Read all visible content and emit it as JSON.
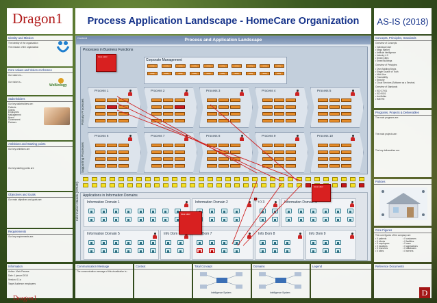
{
  "header": {
    "logo": "Dragon1",
    "title": "Process Application Landscape - HomeCare Organization",
    "status": "AS-IS (2018)"
  },
  "left": {
    "identity": {
      "title": "Identity and Mission",
      "lines": [
        "The identity of the organization",
        "The mission of the organization"
      ]
    },
    "core": {
      "title": "Core values and Vision on themes",
      "lines": [
        "Our values is...",
        "Our vision is..."
      ],
      "brand": "WeBiology"
    },
    "stakeholders": {
      "title": "Stakeholders",
      "intro": "Our key stakeholders are:",
      "items": [
        "Patients",
        "Clients",
        "Employees",
        "Management",
        "Board",
        "Government",
        "Partners"
      ]
    },
    "ambitions": {
      "title": "Ambitions and Starting points",
      "lines": [
        "Our key ambitions are:",
        "Our key starting points are:"
      ]
    },
    "objectives": {
      "title": "Objectives and Goals",
      "lines": [
        "Our main objectives and goals are:"
      ]
    },
    "requirements": {
      "title": "Requirements",
      "lines": [
        "Our key requirements are:"
      ]
    },
    "info": {
      "title": "Information",
      "lines": [
        "Author: Mark Paauwe",
        "Date: 1 januari 2018",
        "Version: 0.1a",
        "Target Audience: employees"
      ]
    }
  },
  "right": {
    "concepts": {
      "title": "Concepts, Principles, Standards",
      "sub1": "Overview of Concepts",
      "items1": [
        "Individual Care",
        "Mega Market",
        "Artificial Intelligence",
        "Industry 4.0",
        "Smart Cities",
        "Smart Buildings"
      ],
      "sub2": "Overview of Principles",
      "items2": [
        "Own Building Bricks",
        "Single Source of Truth",
        "Multi-Use",
        "Traceability",
        "Security",
        "Cloud Services (Software as a Service)"
      ],
      "sub3": "Overview of Standards",
      "items3": [
        "ISO 27001",
        "ISO 9001",
        "ArchiMate",
        "IMEF/IE"
      ]
    },
    "programs": {
      "title": "Programs, Projects & Deliverables",
      "lines": [
        "The main programs are:",
        "The main projects are:",
        "The key deliverables are:"
      ]
    },
    "policies": {
      "title": "Policies"
    },
    "figures": {
      "title": "Core Figures",
      "intro": "The core figures of the company are:",
      "col1": [
        "X patients",
        "X clients",
        "X employees",
        "X locations",
        "X branches",
        "X cities"
      ],
      "col2": [
        "X customers",
        "X facilities",
        "X vans",
        "X applications",
        "X databases",
        "X servers"
      ]
    },
    "refdocs": {
      "title": "Reference Documents"
    }
  },
  "main": {
    "legend": "Content",
    "title": "Process and Application Landscape",
    "process_area_label": "Processes in Business Functions",
    "corporate_label": "Corporate Management",
    "primary_label": "Primary Processes",
    "supporting_label": "Supporting Processes",
    "info_needs_label": "Information Needs (CRUD)",
    "app_area_label": "Applications in Information Domains",
    "processes": [
      "Process 1",
      "Process 2",
      "Process 3",
      "Process 4",
      "Process 5",
      "Process 6",
      "Process 7",
      "Process 8",
      "Process 9",
      "Process 10"
    ],
    "domains": [
      "Information Domain 1",
      "Information Domain 2",
      "ID 3",
      "Information Domain 4",
      "Information Domain 5",
      "Info Dom 6",
      "Info Dom 7",
      "Info Dom 8",
      "Info Dom 9"
    ],
    "callouts": [
      "Issue Label",
      "Issue Label",
      "Issue Label",
      "Issue Label"
    ],
    "object_label": "activity"
  },
  "bottom": {
    "panels": [
      "Communication Message",
      "Context",
      "Total Concept",
      "Domains",
      "Legend"
    ],
    "message": "The communication message of this visualization is...",
    "concept_center": "Intelligence System",
    "domains_center": "Intelligence System",
    "footer_logo": "Dragon1",
    "corner_logo": "D"
  },
  "colors": {
    "accent_red": "#b01818",
    "title_blue": "#16338a",
    "object_orange": "#e58c2a",
    "need_yellow": "#f5e025"
  }
}
